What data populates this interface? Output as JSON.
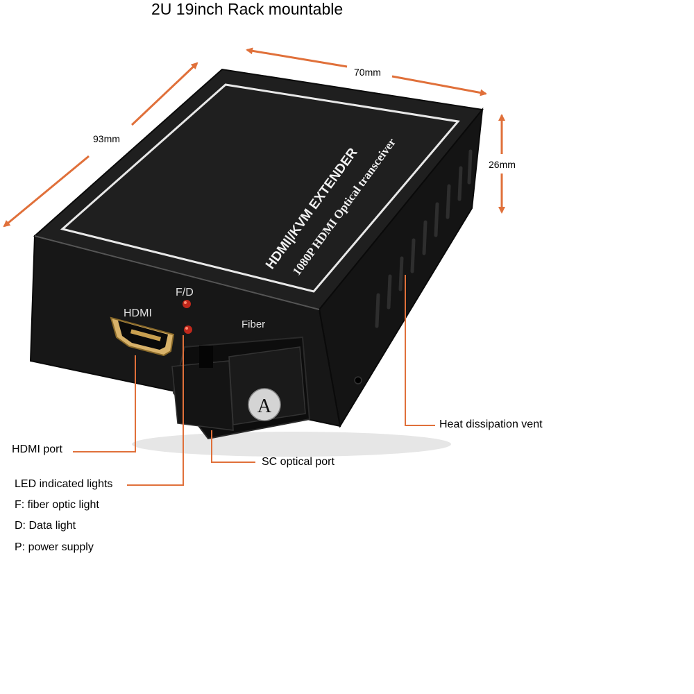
{
  "title": "2U 19inch Rack mountable",
  "dimensions": {
    "width": "70mm",
    "depth": "93mm",
    "height": "26mm"
  },
  "device": {
    "brand_line1": "HDMI|/KVM  EXTENDER",
    "brand_line2": "1080P HDMI Optical transceiver",
    "port_hdmi": "HDMI",
    "led_label": "F/D",
    "port_fiber": "Fiber",
    "sc_letter": "A"
  },
  "callouts": {
    "hdmi_port": "HDMI port",
    "sc_port": "SC optical port",
    "led": "LED indicated lights",
    "vent": "Heat dissipation vent"
  },
  "legend": [
    "F: fiber optic light",
    "D: Data light",
    "P: power supply"
  ],
  "colors": {
    "arrow": "#e0703a",
    "body": "#1c1c1c",
    "led": "#c0281c"
  }
}
